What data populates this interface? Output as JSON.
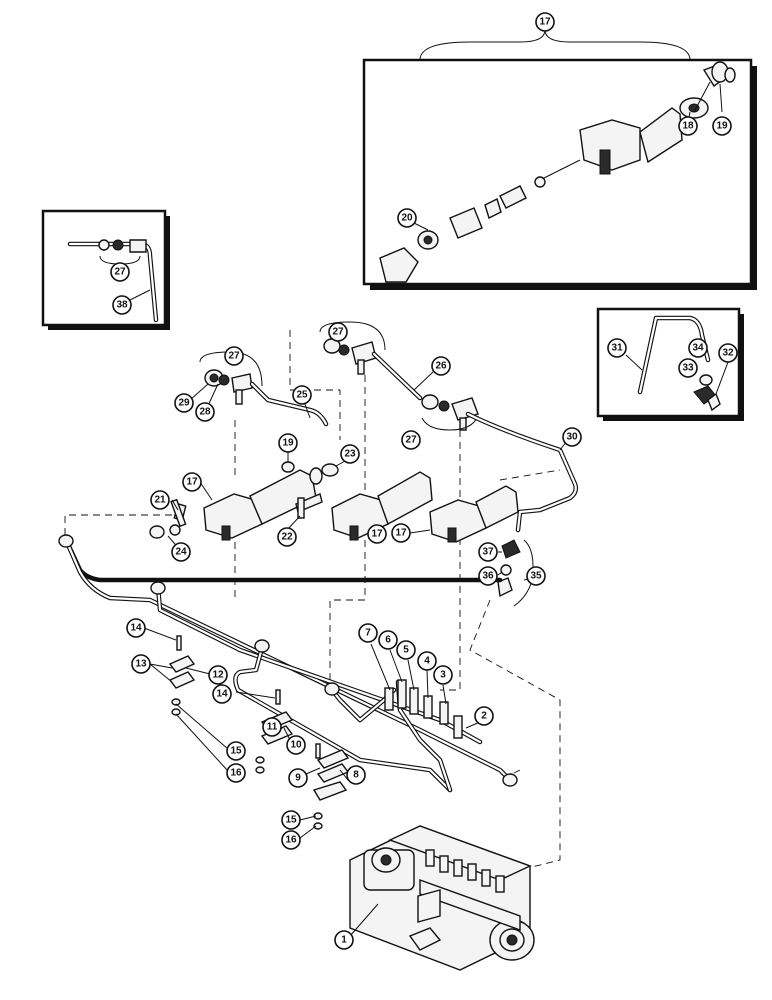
{
  "callouts": {
    "c1": "1",
    "c2": "2",
    "c3": "3",
    "c4": "4",
    "c5": "5",
    "c6": "6",
    "c7": "7",
    "c8": "8",
    "c9": "9",
    "c10": "10",
    "c11": "11",
    "c12": "12",
    "c13": "13",
    "c14a": "14",
    "c14b": "14",
    "c15a": "15",
    "c15b": "15",
    "c16a": "16",
    "c16b": "16",
    "c17top": "17",
    "c17a": "17",
    "c17b": "17",
    "c17c": "17",
    "c18": "18",
    "c19a": "19",
    "c19b": "19",
    "c20": "20",
    "c21": "21",
    "c22": "22",
    "c23": "23",
    "c24": "24",
    "c25": "25",
    "c26": "26",
    "c27a": "27",
    "c27b": "27",
    "c27c": "27",
    "c27d": "27",
    "c28": "28",
    "c29": "29",
    "c30": "30",
    "c31": "31",
    "c32": "32",
    "c33": "33",
    "c34": "34",
    "c35": "35",
    "c36": "36",
    "c37": "37",
    "c38": "38"
  }
}
